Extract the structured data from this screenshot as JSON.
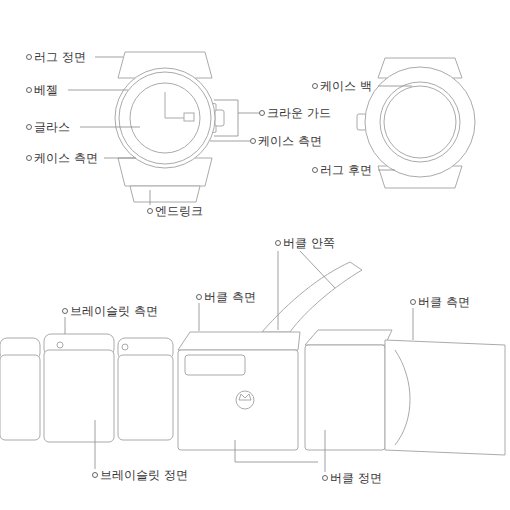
{
  "diagram": {
    "labels": [
      "러그 정면",
      "베젤",
      "글라스",
      "케이스 측면",
      "크라운 가드",
      "케이스 측면",
      "엔드링크",
      "케이스 백",
      "러그 후면",
      "버클 안쪽",
      "브레이슬릿 측면",
      "버클 측면",
      "버클 측면",
      "브레이슬릿 정면",
      "버클 정면"
    ]
  }
}
